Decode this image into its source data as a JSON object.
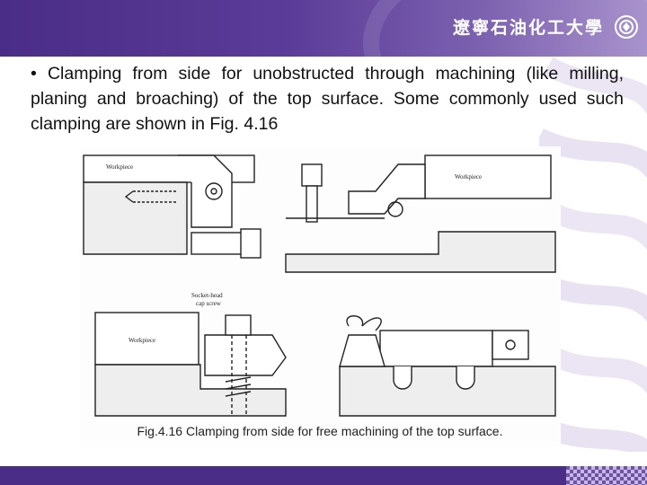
{
  "header": {
    "logo_text": "遼寧石油化工大學",
    "colors": {
      "primary": "#4a2d86",
      "accent": "#a993cc"
    },
    "seal_icon": "university-seal-icon"
  },
  "slide": {
    "bullet": "• Clamping from side for unobstructed through machining (like milling, planing and broaching) of the top surface. Some commonly used such clamping are shown in Fig. 4.16"
  },
  "figure": {
    "labels": {
      "panel1_workpiece": "Workpiece",
      "panel2_workpiece": "Workpiece",
      "panel3_workpiece": "Workpiece",
      "panel3_screw_line1": "Socket-head",
      "panel3_screw_line2": "cap screw"
    },
    "caption": "Fig.4.16 Clamping from side for free machining of the top surface."
  }
}
